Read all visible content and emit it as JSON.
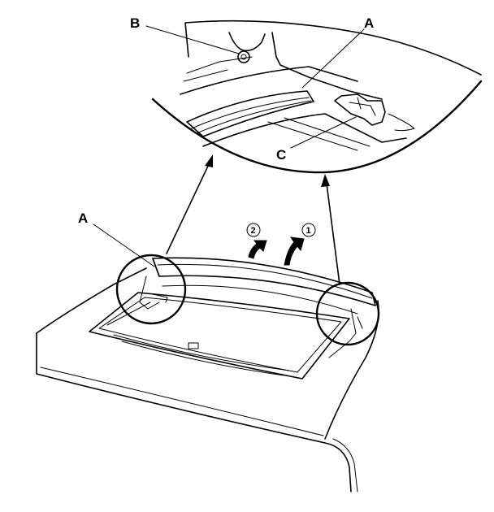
{
  "labels": {
    "a_top": "A",
    "b": "B",
    "c": "C",
    "a_left": "A"
  },
  "steps": {
    "first": "1",
    "second": "2"
  }
}
